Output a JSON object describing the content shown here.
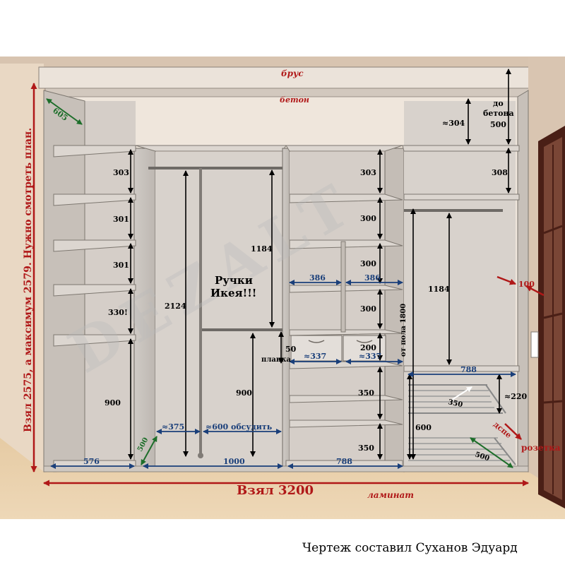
{
  "labels": {
    "brus": "брус",
    "beton": "бетон",
    "laminat": "ламинат",
    "total_width": "Взял 3200",
    "height_note": "Взял 2575, а максимум 2579. Нужно смотреть план.",
    "depth_605": "605",
    "to_concrete": [
      "до",
      "бетона",
      "500"
    ],
    "approx_304": "≈304",
    "handles": [
      "Ручки",
      "Икея!!!"
    ],
    "plank_50": "50",
    "plank_word": "планка",
    "from_floor": "от пола 1800",
    "dspe": "дспе",
    "socket": "розетка",
    "offset_100": "100",
    "watermark": "DEZALT"
  },
  "dims": {
    "left_col": [
      "303",
      "301",
      "301",
      "330!",
      "900"
    ],
    "left_width": "576",
    "depth_500": "500",
    "rod_height_2124": "2124",
    "rod_height_1184_mid": "1184",
    "lower_900": "900",
    "w_375": "≈375",
    "w_600": "≈600 обсудить",
    "mid_width": "1000",
    "cmid_col": [
      "303",
      "300",
      "300",
      "300",
      "200",
      "350",
      "350"
    ],
    "w_386a": "386",
    "w_386b": "386",
    "w_337a": "≈337",
    "w_337b": "≈337",
    "cmid_width": "788",
    "right_top": "308",
    "right_1184": "1184",
    "right_width": "788",
    "right_220": "≈220",
    "right_350": "350",
    "right_600": "600",
    "right_500": "500"
  },
  "caption": "Чертеж составил Суханов Эдуард"
}
